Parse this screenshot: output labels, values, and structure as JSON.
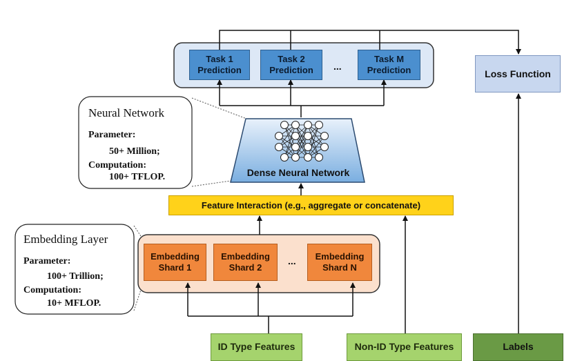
{
  "tasks": [
    {
      "line1": "Task 1",
      "line2": "Prediction"
    },
    {
      "line1": "Task 2",
      "line2": "Prediction"
    },
    {
      "line1": "Task M",
      "line2": "Prediction"
    }
  ],
  "task_ellipsis": "...",
  "loss_function": "Loss Function",
  "dense_nn": "Dense Neural Network",
  "feature_interaction": "Feature Interaction (e.g., aggregate or concatenate)",
  "shards": [
    {
      "line1": "Embedding",
      "line2": "Shard 1"
    },
    {
      "line1": "Embedding",
      "line2": "Shard 2"
    },
    {
      "line1": "Embedding",
      "line2": "Shard N"
    }
  ],
  "shard_ellipsis": "...",
  "inputs": {
    "id_features": "ID Type Features",
    "non_id_features": "Non-ID Type Features",
    "labels": "Labels"
  },
  "nn_callout": {
    "title": "Neural Network",
    "param_label": "Parameter:",
    "param_value": "50+ Million;",
    "comp_label": "Computation:",
    "comp_value": "100+ TFLOP."
  },
  "emb_callout": {
    "title": "Embedding Layer",
    "param_label": "Parameter:",
    "param_value": "100+ Trillion;",
    "comp_label": "Computation:",
    "comp_value": "10+ MFLOP."
  },
  "colors": {
    "task_fill": "#4b8fcf",
    "task_group_fill": "#dde8f6",
    "embedding_fill": "#f0873c",
    "embedding_group_fill": "#fbe0cd",
    "feature_interaction_fill": "#ffd21a",
    "input_fill": "#a5d36d",
    "labels_fill": "#6a9a45",
    "loss_fill": "#c8d7ef",
    "dense_nn_fill": "#8cb8e6"
  }
}
